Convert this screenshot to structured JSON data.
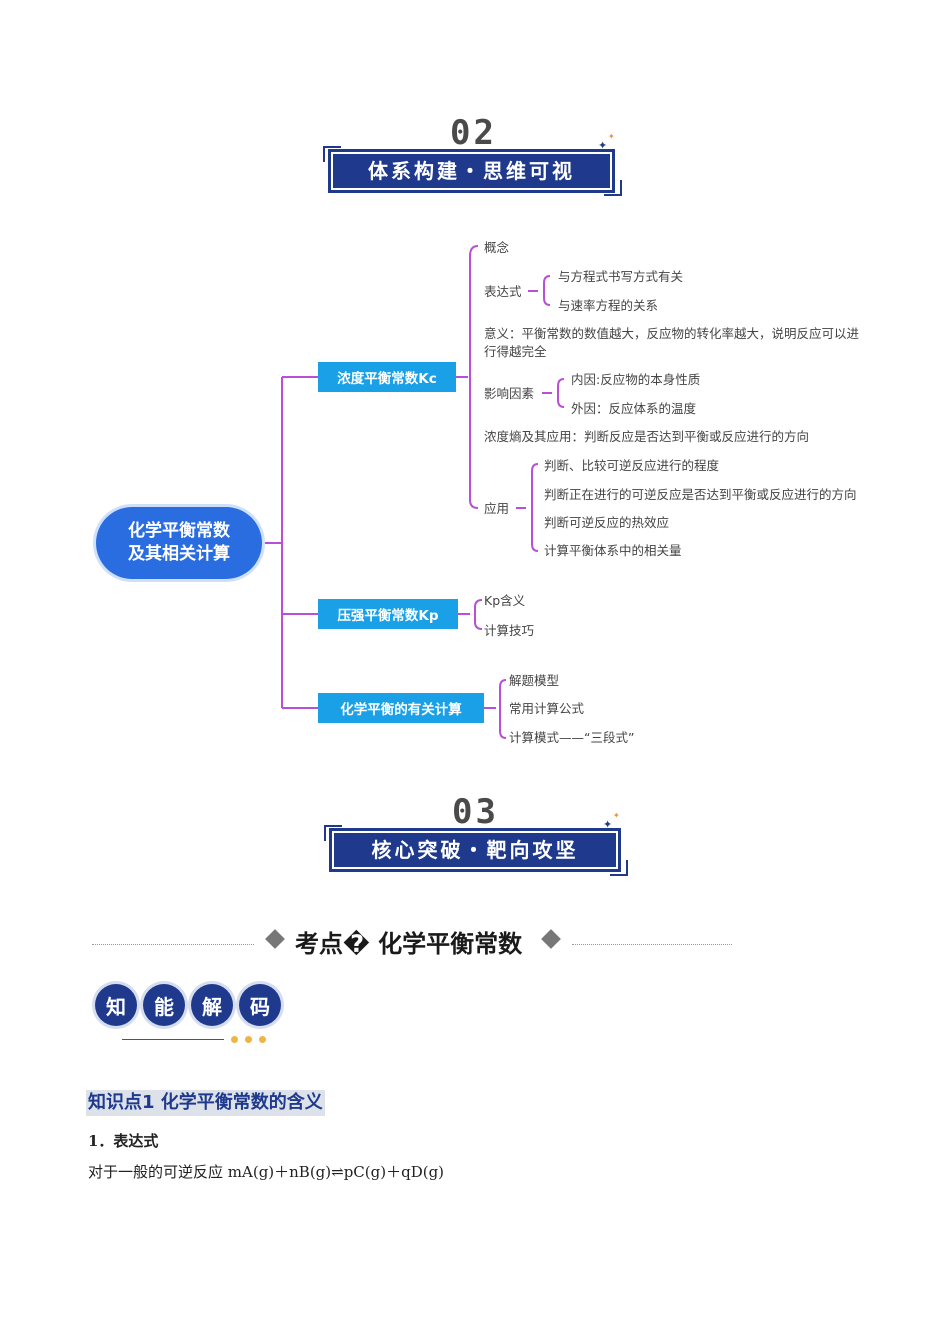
{
  "section2": {
    "number": "02",
    "title": "体系构建・思维可视"
  },
  "mindmap": {
    "root_line1": "化学平衡常数",
    "root_line2": "及其相关计算",
    "kc": {
      "label": "浓度平衡常数Kc",
      "gainian": "概念",
      "biaodashi": "表达式",
      "biaodashi_1": "与方程式书写方式有关",
      "biaodashi_2": "与速率方程的关系",
      "yiyi_1": "意义：平衡常数的数值越大，反应物的转化率越大，说明反应可以进",
      "yiyi_2": "行得越完全",
      "yingxiang": "影响因素",
      "yingxiang_1": "内因:反应物的本身性质",
      "yingxiang_2": "外因：反应体系的温度",
      "shang": "浓度熵及其应用：判断反应是否达到平衡或反应进行的方向",
      "yingyong": "应用",
      "yingyong_1": "判断、比较可逆反应进行的程度",
      "yingyong_2": "判断正在进行的可逆反应是否达到平衡或反应进行的方向",
      "yingyong_3": "判断可逆反应的热效应",
      "yingyong_4": "计算平衡体系中的相关量"
    },
    "kp": {
      "label": "压强平衡常数Kp",
      "item_1": "Kp含义",
      "item_2": "计算技巧"
    },
    "calc": {
      "label": "化学平衡的有关计算",
      "item_1": "解题模型",
      "item_2": "常用计算公式",
      "item_3": "计算模式——“三段式”"
    }
  },
  "section3": {
    "number": "03",
    "title": "核心突破・靶向攻坚"
  },
  "kaodian": {
    "title": "考点� 化学平衡常数"
  },
  "badges": [
    "知",
    "能",
    "解",
    "码"
  ],
  "knowledge": {
    "head": "知识点1  化学平衡常数的含义",
    "sub": "1．表达式",
    "text_prefix": "对于一般的可逆反应 ",
    "equation": "mA(g)＋nB(g)⇌pC(g)＋qD(g)"
  },
  "colors": {
    "navy": "#1f3a8c",
    "node": "#1aa0e6",
    "root": "#2a6de0",
    "line": "#b84fd6"
  }
}
